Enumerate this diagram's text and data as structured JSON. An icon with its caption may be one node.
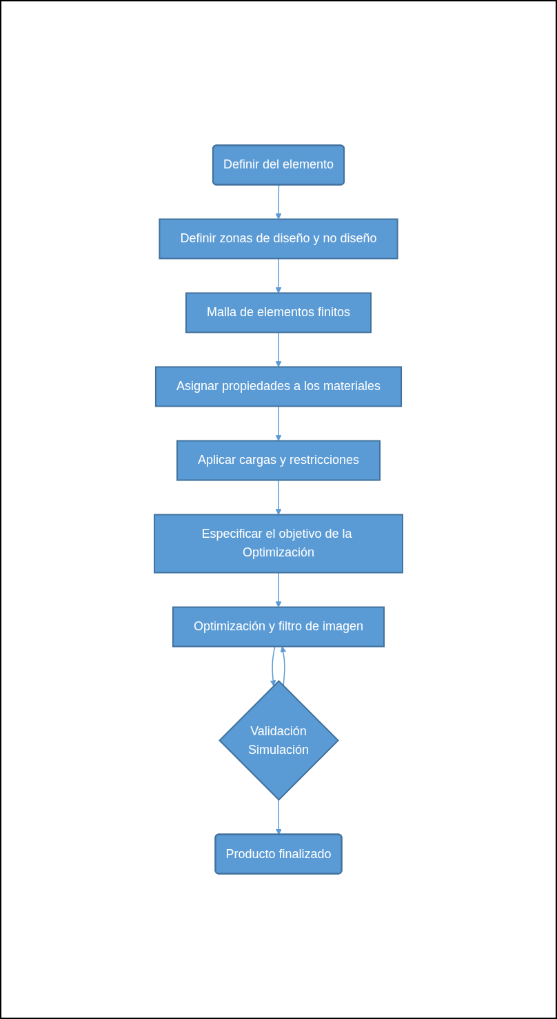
{
  "diagram": {
    "nodes": [
      {
        "text": [
          "Definir del elemento"
        ]
      },
      {
        "text": [
          "Definir zonas de diseño y no diseño"
        ]
      },
      {
        "text": [
          "Malla de elementos finitos"
        ]
      },
      {
        "text": [
          "Asignar propiedades a los materiales"
        ]
      },
      {
        "text": [
          "Aplicar cargas y restricciones"
        ]
      },
      {
        "text": [
          "Especificar el objetivo de la Optimización"
        ]
      },
      {
        "text": [
          "Optimización y filtro de imagen"
        ]
      },
      {
        "text": [
          "Validación",
          "Simulación"
        ]
      },
      {
        "text": [
          "Producto finalizado"
        ]
      }
    ],
    "edges": [
      {
        "from": 0,
        "to": 1,
        "arrow": "to"
      },
      {
        "from": 1,
        "to": 2,
        "arrow": "to"
      },
      {
        "from": 2,
        "to": 3,
        "arrow": "to"
      },
      {
        "from": 3,
        "to": 4,
        "arrow": "to"
      },
      {
        "from": 4,
        "to": 5,
        "arrow": "to"
      },
      {
        "from": 5,
        "to": 6,
        "arrow": "to"
      },
      {
        "from": 6,
        "to": 7,
        "arrow": "to"
      },
      {
        "from": 7,
        "to": 6,
        "arrow": "to"
      },
      {
        "from": 7,
        "to": 8,
        "arrow": "to"
      }
    ]
  }
}
